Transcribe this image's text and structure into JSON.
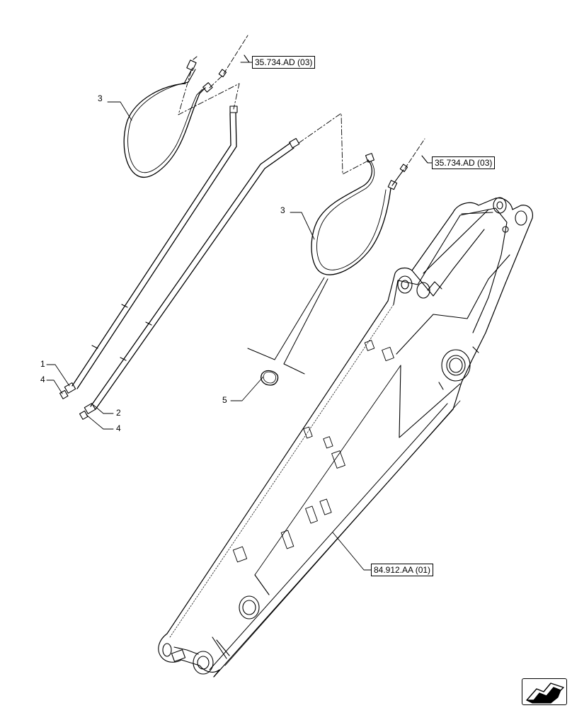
{
  "references": [
    {
      "id": "ref-top",
      "label": "35.734.AD (03)"
    },
    {
      "id": "ref-mid",
      "label": "35.734.AD (03)"
    },
    {
      "id": "ref-boom",
      "label": "84.912.AA (01)"
    }
  ],
  "callouts": [
    {
      "id": "callout-3a",
      "label": "3"
    },
    {
      "id": "callout-3b",
      "label": "3"
    },
    {
      "id": "callout-1",
      "label": "1"
    },
    {
      "id": "callout-4a",
      "label": "4"
    },
    {
      "id": "callout-2",
      "label": "2"
    },
    {
      "id": "callout-4b",
      "label": "4"
    },
    {
      "id": "callout-5",
      "label": "5"
    }
  ],
  "icons": {
    "navigation": "next-page-arrow-icon"
  }
}
